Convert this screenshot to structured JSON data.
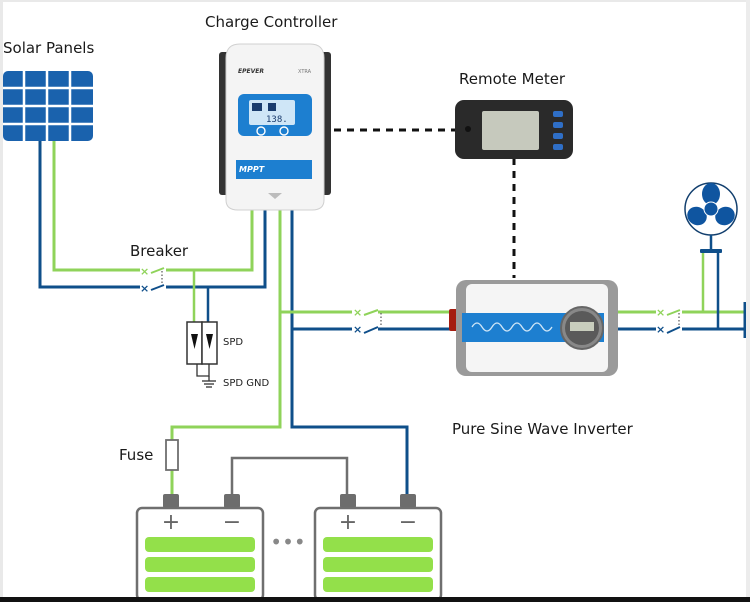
{
  "title": "Off-grid solar system wiring diagram",
  "labels": {
    "solar_panels": "Solar Panels",
    "charge_controller": "Charge Controller",
    "remote_meter": "Remote Meter",
    "breaker": "Breaker",
    "spd": "SPD",
    "spd_gnd": "SPD GND",
    "fuse": "Fuse",
    "inverter": "Pure Sine Wave Inverter"
  },
  "charge_controller": {
    "display_value": "138.",
    "badge": "MPPT"
  },
  "batteries": [
    {
      "positive": "+",
      "negative": "−"
    },
    {
      "positive": "+",
      "negative": "−"
    }
  ],
  "battery_ellipsis": "•••",
  "colors": {
    "positive_wire": "#8fd35a",
    "negative_wire": "#0f4f8a",
    "series_wire": "#6f6f6f",
    "panel_blue": "#1a62ad",
    "battery_cell": "#93e04a",
    "device_blue": "#1d7fd0"
  }
}
